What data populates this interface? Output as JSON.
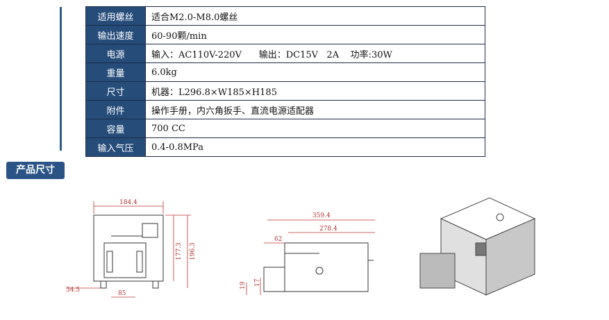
{
  "specs": [
    {
      "label": "适用螺丝",
      "value": "适合M2.0-M8.0螺丝"
    },
    {
      "label": "输出速度",
      "value": "60-90颗/min"
    },
    {
      "label": "电源",
      "value": "输入：AC110V-220V      输出：DC15V   2A    功率:30W"
    },
    {
      "label": "重量",
      "value": "6.0kg"
    },
    {
      "label": "尺寸",
      "value": "机器：L296.8×W185×H185"
    },
    {
      "label": "附件",
      "value": "操作手册，内六角扳手、直流电源适配器"
    },
    {
      "label": "容量",
      "value": "700 CC"
    },
    {
      "label": "输入气压",
      "value": "0.4-0.8MPa"
    }
  ],
  "section_title": "产品尺寸",
  "dimensions": {
    "front": {
      "width": "184.4",
      "height_a": "177.3",
      "height_b": "196.3",
      "foot_offset": "34.5",
      "base": "85"
    },
    "side": {
      "length": "359.4",
      "body": "278.4",
      "feeder": "62",
      "h1": "19",
      "h2": "17"
    }
  }
}
